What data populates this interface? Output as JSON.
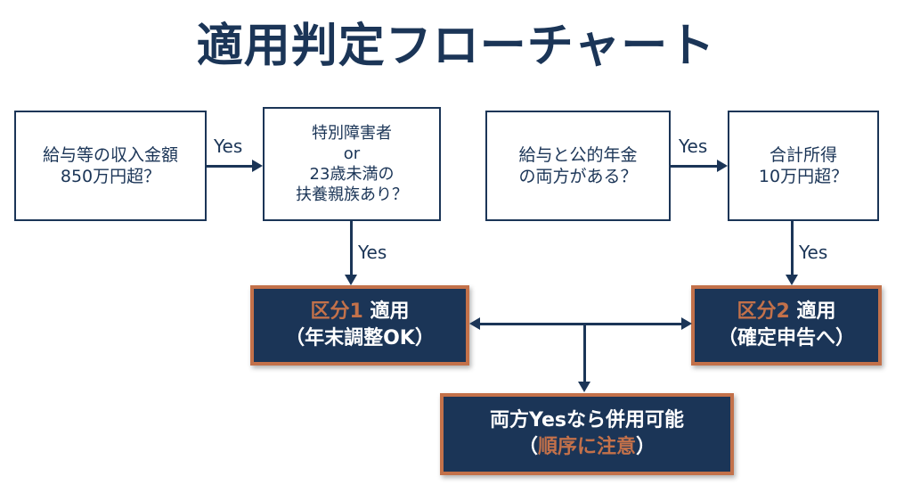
{
  "title": "適用判定フローチャート",
  "colors": {
    "navy": "#1b3557",
    "accent_orange": "#c3714a",
    "background": "#ffffff",
    "box_fill": "#ffffff",
    "result_text": "#ffffff"
  },
  "decision_boxes": [
    {
      "id": "income-check",
      "lines": [
        "給与等の収入金額",
        "850万円超？"
      ]
    },
    {
      "id": "dependent-check",
      "lines": [
        "特別障害者",
        "or",
        "23歳未満の",
        "扶養親族あり？"
      ]
    },
    {
      "id": "pension-check",
      "lines": [
        "給与と公的年金",
        "の両方がある？"
      ]
    },
    {
      "id": "total-income-check",
      "lines": [
        "合計所得",
        "10万円超？"
      ]
    }
  ],
  "result_boxes": [
    {
      "id": "kubun1",
      "line1_accent": "区分1",
      "line1_rest": " 適用",
      "line2": "（年末調整OK）"
    },
    {
      "id": "kubun2",
      "line1_accent": "区分2",
      "line1_rest": " 適用",
      "line2": "（確定申告へ）"
    },
    {
      "id": "both-yes",
      "line1": "両方Yesなら併用可能",
      "line2_open": "（",
      "line2_accent": "順序に注意",
      "line2_close": "）"
    }
  ],
  "edge_labels": {
    "yes_1": "Yes",
    "yes_2": "Yes",
    "yes_3": "Yes",
    "yes_4": "Yes"
  }
}
